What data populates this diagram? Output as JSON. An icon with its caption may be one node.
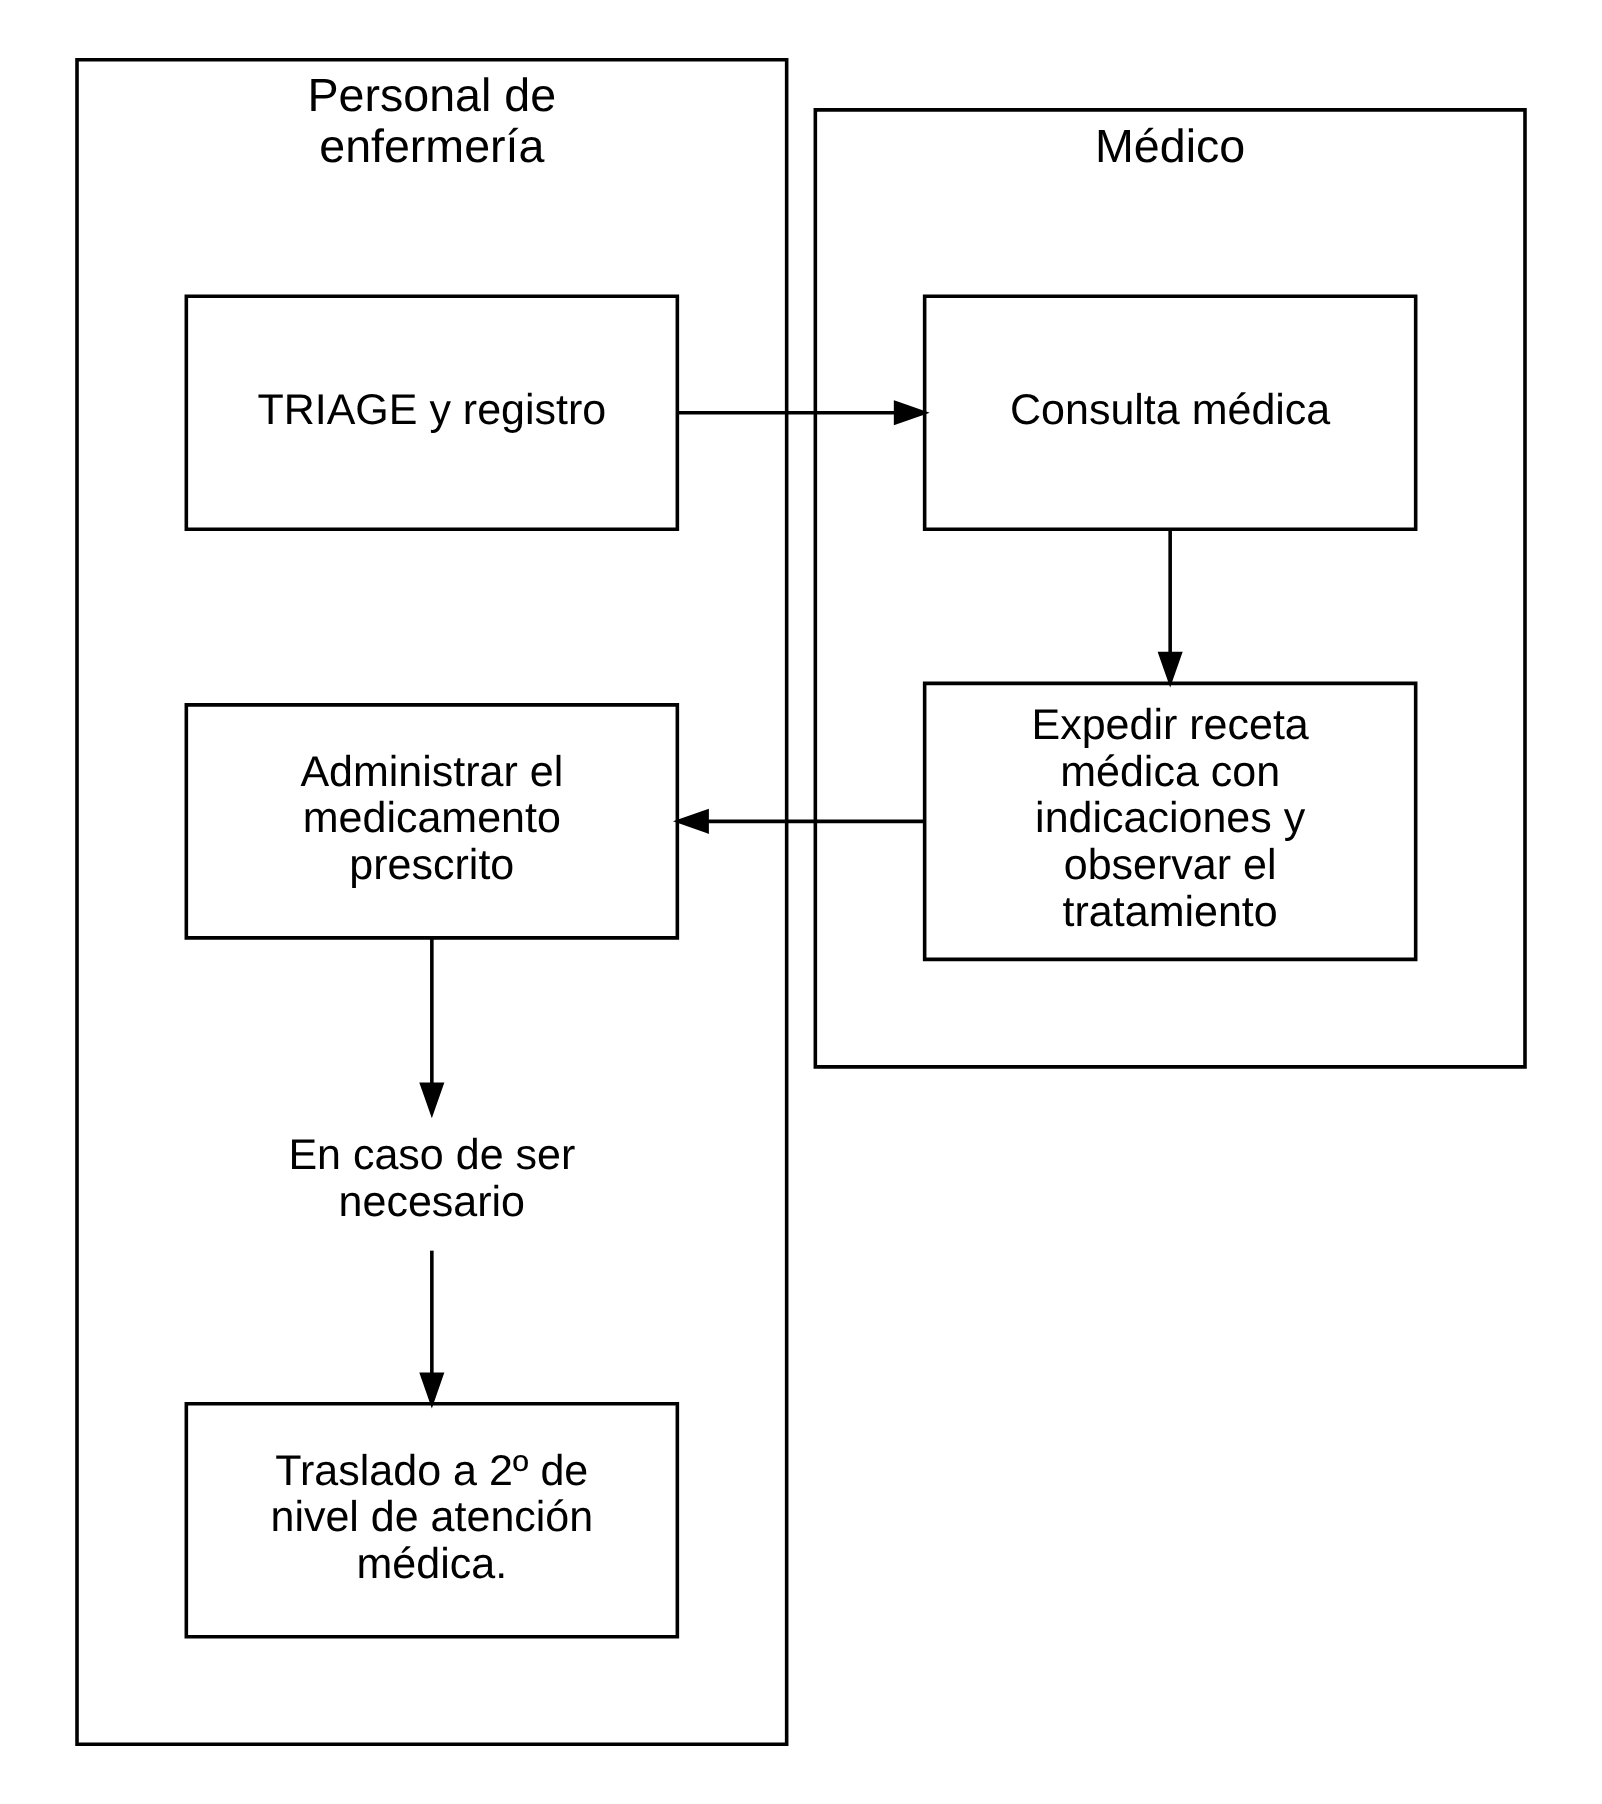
{
  "diagram": {
    "nodes": [
      {
        "text": [
          "Personal de enfermería"
        ]
      },
      {
        "text": [
          "Médico"
        ]
      },
      {
        "text": [
          "TRIAGE y registro"
        ],
        "in": 0
      },
      {
        "text": [
          "Consulta médica"
        ],
        "in": 1
      },
      {
        "text": [
          "Expedir receta médica con indicaciones y observar el tratamiento"
        ],
        "in": 1
      },
      {
        "text": [
          "Administrar el medicamento prescrito"
        ],
        "in": 0
      },
      {
        "text": [
          "En caso de ser necesario"
        ],
        "in": 0
      },
      {
        "text": [
          "Traslado a 2º de nivel de atención médica."
        ],
        "in": 0
      }
    ],
    "edges": [
      {
        "from": 2,
        "to": 3,
        "arrow": "to"
      },
      {
        "from": 3,
        "to": 4,
        "arrow": "to"
      },
      {
        "from": 4,
        "to": 5,
        "arrow": "to"
      },
      {
        "from": 5,
        "to": 6,
        "arrow": "to"
      },
      {
        "from": 6,
        "to": 7,
        "arrow": "to"
      }
    ]
  }
}
